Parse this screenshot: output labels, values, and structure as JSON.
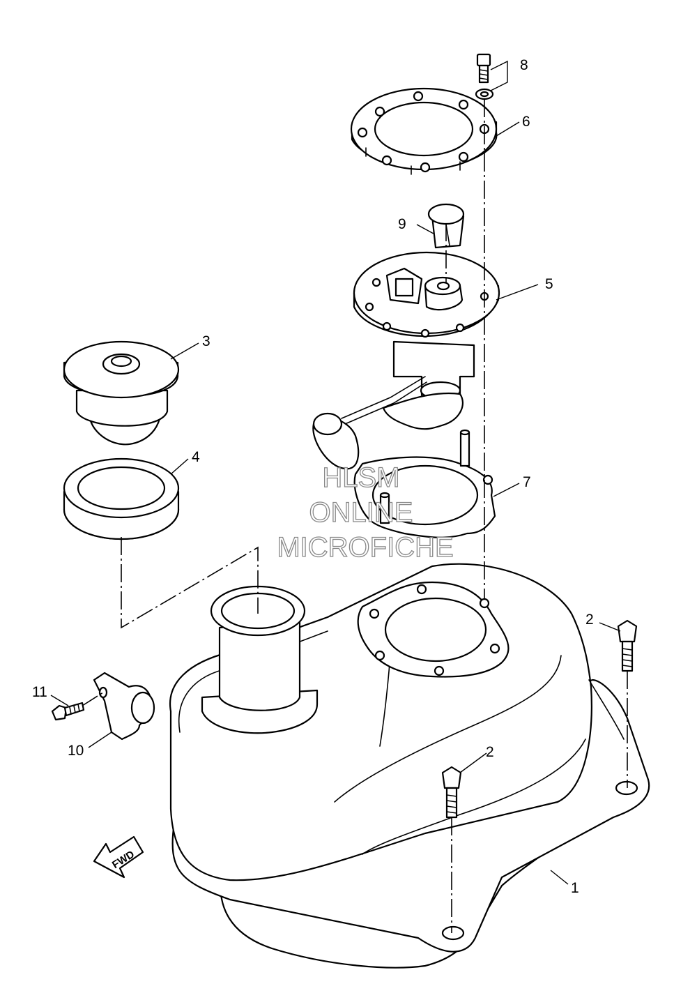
{
  "part_numbers": {
    "p1": "1",
    "p2a": "2",
    "p2b": "2",
    "p3": "3",
    "p4": "4",
    "p5": "5",
    "p6": "6",
    "p7": "7",
    "p8": "8",
    "p9": "9",
    "p10": "10",
    "p11": "11"
  },
  "watermark": {
    "line1": "HLSM",
    "line2": "ONLINE",
    "line3": "MICROFICHE"
  },
  "direction_label": "FWD",
  "colors": {
    "line": "#000000",
    "background": "#ffffff",
    "watermark_outline": "#888888"
  }
}
